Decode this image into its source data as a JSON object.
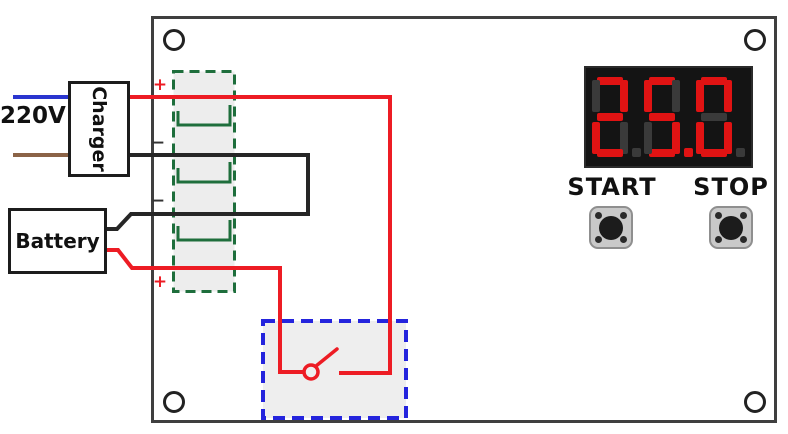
{
  "labels": {
    "mains": "220V",
    "charger": "Charger",
    "battery": "Battery",
    "start": "START",
    "stop": "STOP"
  },
  "terminal_block": {
    "labels": [
      "+",
      "−",
      "−",
      "+"
    ]
  },
  "display": {
    "value": "25.0"
  },
  "colors": {
    "wire_red": "#ed1c24",
    "wire_black": "#262626",
    "wire_blue": "#2a35cf",
    "wire_brown": "#8b6347",
    "terminal_green": "#1e6e3c",
    "relay_blue": "#2424dd",
    "board_border": "#3f3f3f",
    "display_bg": "#141414",
    "segment_lit": "#e01313",
    "segment_unlit": "#3a3a3a",
    "button_face": "#c9c9c9"
  }
}
